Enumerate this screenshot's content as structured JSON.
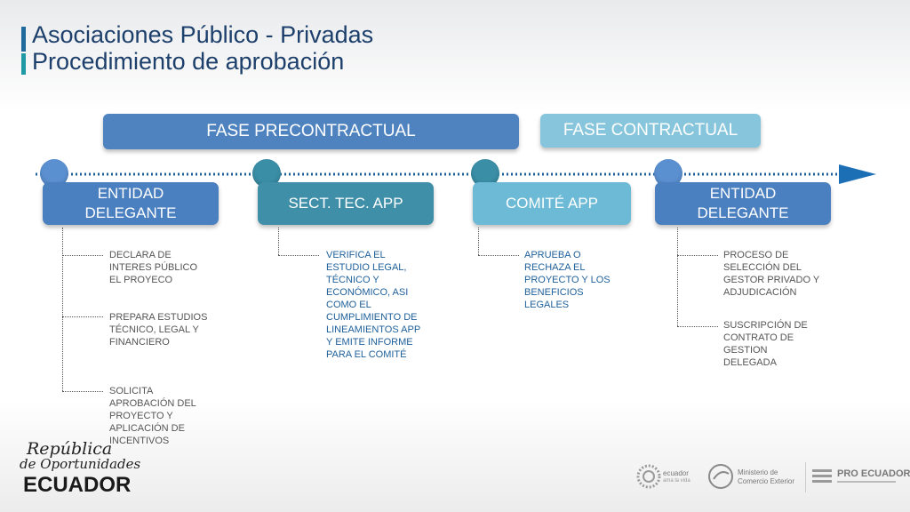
{
  "title": {
    "line1": "Asociaciones Público - Privadas",
    "line2": "Procedimiento de aprobación"
  },
  "phases": {
    "pre": "FASE PRECONTRACTUAL",
    "con": "FASE CONTRACTUAL"
  },
  "stages": [
    {
      "label": "ENTIDAD DELEGANTE"
    },
    {
      "label": "SECT. TEC. APP"
    },
    {
      "label": "COMITÉ APP"
    },
    {
      "label": "ENTIDAD DELEGANTE"
    }
  ],
  "notes": {
    "s1": [
      "DECLARA DE INTERES PÚBLICO EL PROYECO",
      "PREPARA ESTUDIOS TÉCNICO, LEGAL Y FINANCIERO",
      "SOLICITA APROBACIÓN DEL PROYECTO Y APLICACIÓN DE INCENTIVOS"
    ],
    "s2": [
      "VERIFICA EL ESTUDIO LEGAL, TÉCNICO Y ECONÓMICO, ASI COMO EL CUMPLIMIENTO DE LINEAMIENTOS APP Y EMITE INFORME PARA EL COMITÉ"
    ],
    "s3": [
      "APRUEBA O RECHAZA EL PROYECTO Y LOS BENEFICIOS LEGALES"
    ],
    "s4": [
      "PROCESO DE SELECCIÓN DEL GESTOR PRIVADO Y ADJUDICACIÓN",
      "SUSCRIPCIÓN DE CONTRATO DE GESTION DELEGADA"
    ]
  },
  "footer": {
    "left_line1": "República",
    "left_line2": "de Oportunidades",
    "left_country": "ECUADOR",
    "logo1": "ecuador",
    "logo1_sub": "ama la vida",
    "logo2_line1": "Ministerio de",
    "logo2_line2": "Comercio Exterior",
    "logo3": "PRO ECUADOR"
  },
  "colors": {
    "dark_blue": "#4a7fc0",
    "teal": "#3f8fa8",
    "light_teal": "#6dbad6",
    "title": "#1c3f6b"
  }
}
